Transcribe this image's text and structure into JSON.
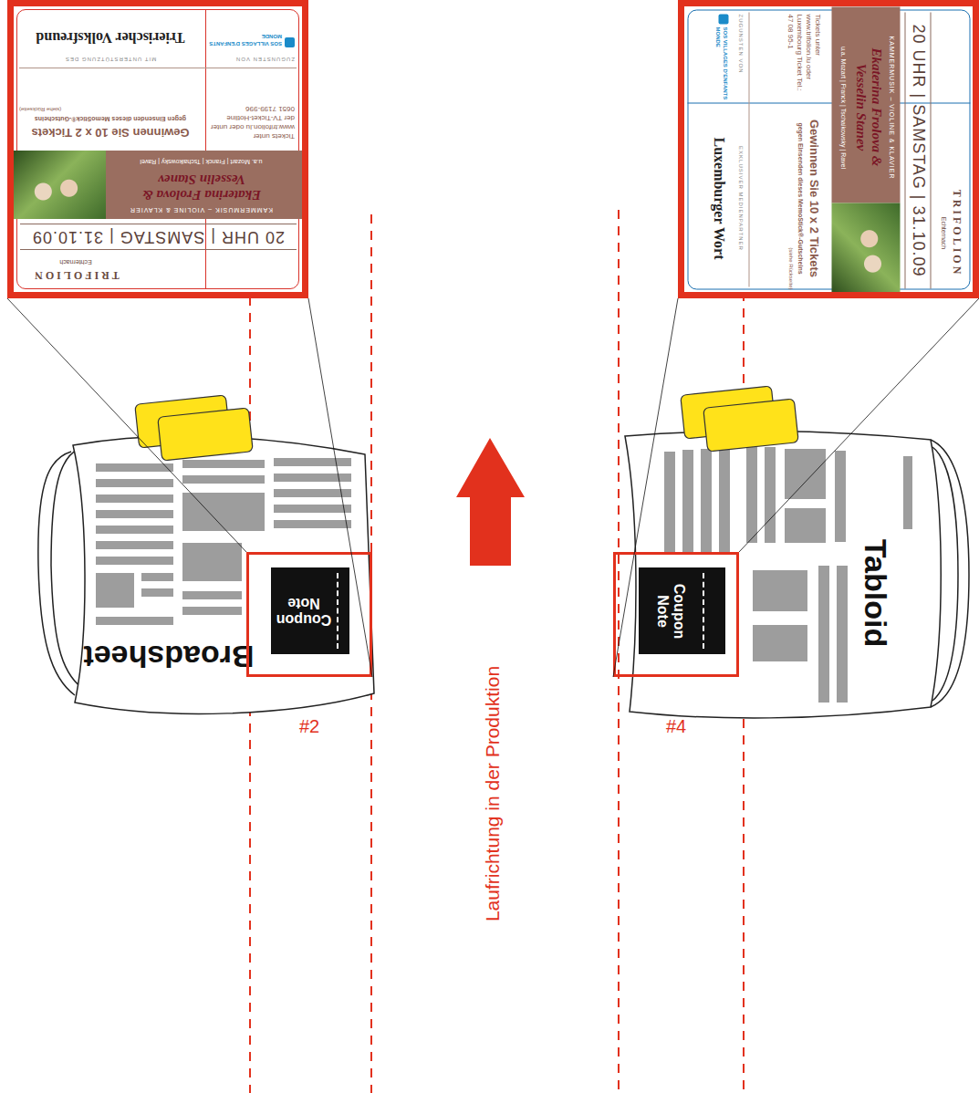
{
  "diagram": {
    "nodes": [
      {
        "text": [
          "TRIFOLION",
          "Echternach",
          "20 UHR | SAMSTAG | 31.10.09",
          "KAMMERMUSIK – VIOLINE & KLAVIER",
          "Ekaterina Frolova & Vesselin Stanev",
          "u.a. Mozart | Franck | Tschaikowsky | Ravel",
          "Gewinnen Sie 10 x 2 Tickets",
          "gegen Einsenden dieses MemoStick®-Gutscheins",
          "(siehe Rückseite)",
          "Tickets unter www.trifolion.lu oder unter der TV-Ticket-Hotline 0651 7199-996",
          "ZUGUNSTEN VON",
          "SOS VILLAGES D'ENFANTS MONDE",
          "MIT UNTERSTÜTZUNG DES",
          "Trierischer Volksfreund"
        ]
      },
      {
        "text": [
          "Broadsheet"
        ]
      },
      {
        "text": [
          "#2"
        ]
      },
      {
        "text": [
          "Coupon Note"
        ],
        "in": 2
      },
      {
        "text": [
          "TRIFOLION",
          "Echternach",
          "20 UHR | SAMSTAG | 31.10.09",
          "KAMMERMUSIK – VIOLINE & KLAVIER",
          "Ekaterina Frolova & Vesselin Stanev",
          "u.a. Mozart | Franck | Tschaikowsky | Ravel",
          "Gewinnen Sie 10 x 2 Tickets",
          "gegen Einsenden dieses MemoStick®-Gutscheins",
          "(siehe Rückseite)",
          "Tickets unter www.trifolion.lu oder Luxembourg Ticket Tel.: 47 08 95-1",
          "ZUGUNSTEN VON",
          "SOS VILLAGES D'ENFANTS MONDE",
          "EXKLUSIVER MEDIENPARTNER",
          "Luxemburger Wort"
        ]
      },
      {
        "text": [
          "Tabloid"
        ]
      },
      {
        "text": [
          "#4"
        ]
      },
      {
        "text": [
          "Coupon Note"
        ],
        "in": 6
      }
    ],
    "edges": [
      {
        "from": 2,
        "to": 0,
        "arrow": "none"
      },
      {
        "from": 6,
        "to": 4,
        "arrow": "none"
      }
    ],
    "labels": [
      "Laufrichtung in der Produktion"
    ]
  }
}
